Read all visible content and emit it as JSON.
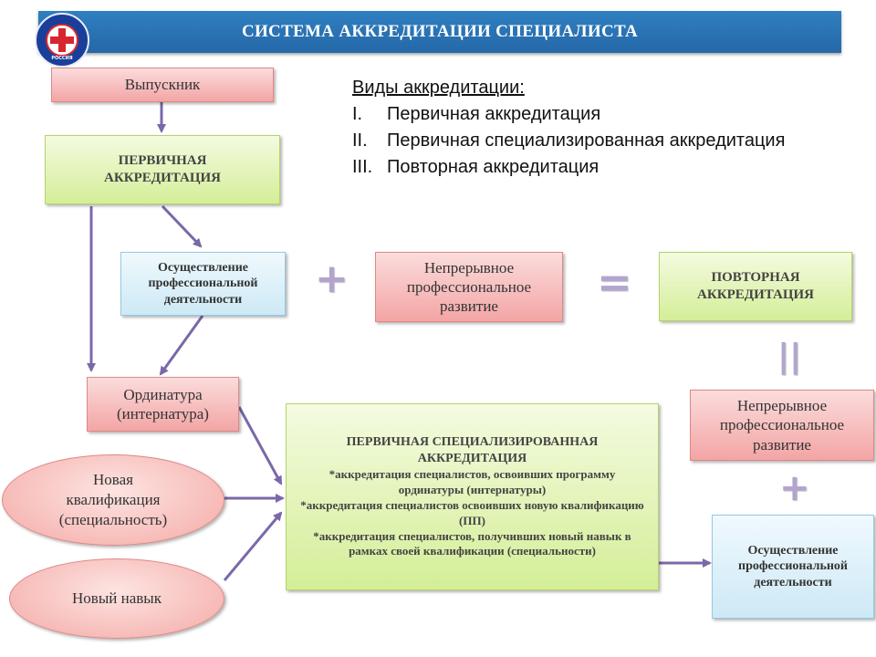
{
  "header": {
    "title": "СИСТЕМА АККРЕДИТАЦИИ СПЕЦИАЛИСТА"
  },
  "logo": {
    "text": "РОССИЯ"
  },
  "nodes": {
    "graduate": "Выпускник",
    "primary": "ПЕРВИЧНАЯ АККРЕДИТАЦИЯ",
    "practice_top": "Осуществление профессиональной деятельности",
    "cpd_top": "Непрерывное профессиональное развитие",
    "repeat": "ПОВТОРНАЯ АККРЕДИТАЦИЯ",
    "residency_1": "Ординатура",
    "residency_2": "(интернатура)",
    "cpd_right": "Непрерывное профессиональное развитие",
    "new_qual_1": "Новая",
    "new_qual_2": "квалификация",
    "new_qual_3": "(специальность)",
    "new_skill": "Новый навык",
    "practice_bottom": "Осуществление профессиональной деятельности"
  },
  "specialized": {
    "title": "ПЕРВИЧНАЯ СПЕЦИАЛИЗИРОВАННАЯ АККРЕДИТАЦИЯ",
    "items": [
      "*аккредитация специалистов, освоивших программу ординатуры (интернатуры)",
      "*аккредитация специалистов освоивших новую квалификацию (ПП)",
      "*аккредитация специалистов, получивших новый навык в рамках своей квалификации (специальности)"
    ]
  },
  "types": {
    "title": "Виды аккредитации:",
    "items": [
      {
        "num": "I.",
        "label": "Первичная аккредитация"
      },
      {
        "num": "II.",
        "label": "Первичная специализированная аккредитация"
      },
      {
        "num": "III.",
        "label": "Повторная аккредитация"
      }
    ]
  },
  "symbols": {
    "plus": "+",
    "equals": "=",
    "equals_vertical": "||"
  },
  "colors": {
    "header": "#2568a8",
    "arrow": "#7b68a8",
    "pink": "#f3a5a5",
    "green": "#d4ee98",
    "blue": "#cde9f6"
  }
}
